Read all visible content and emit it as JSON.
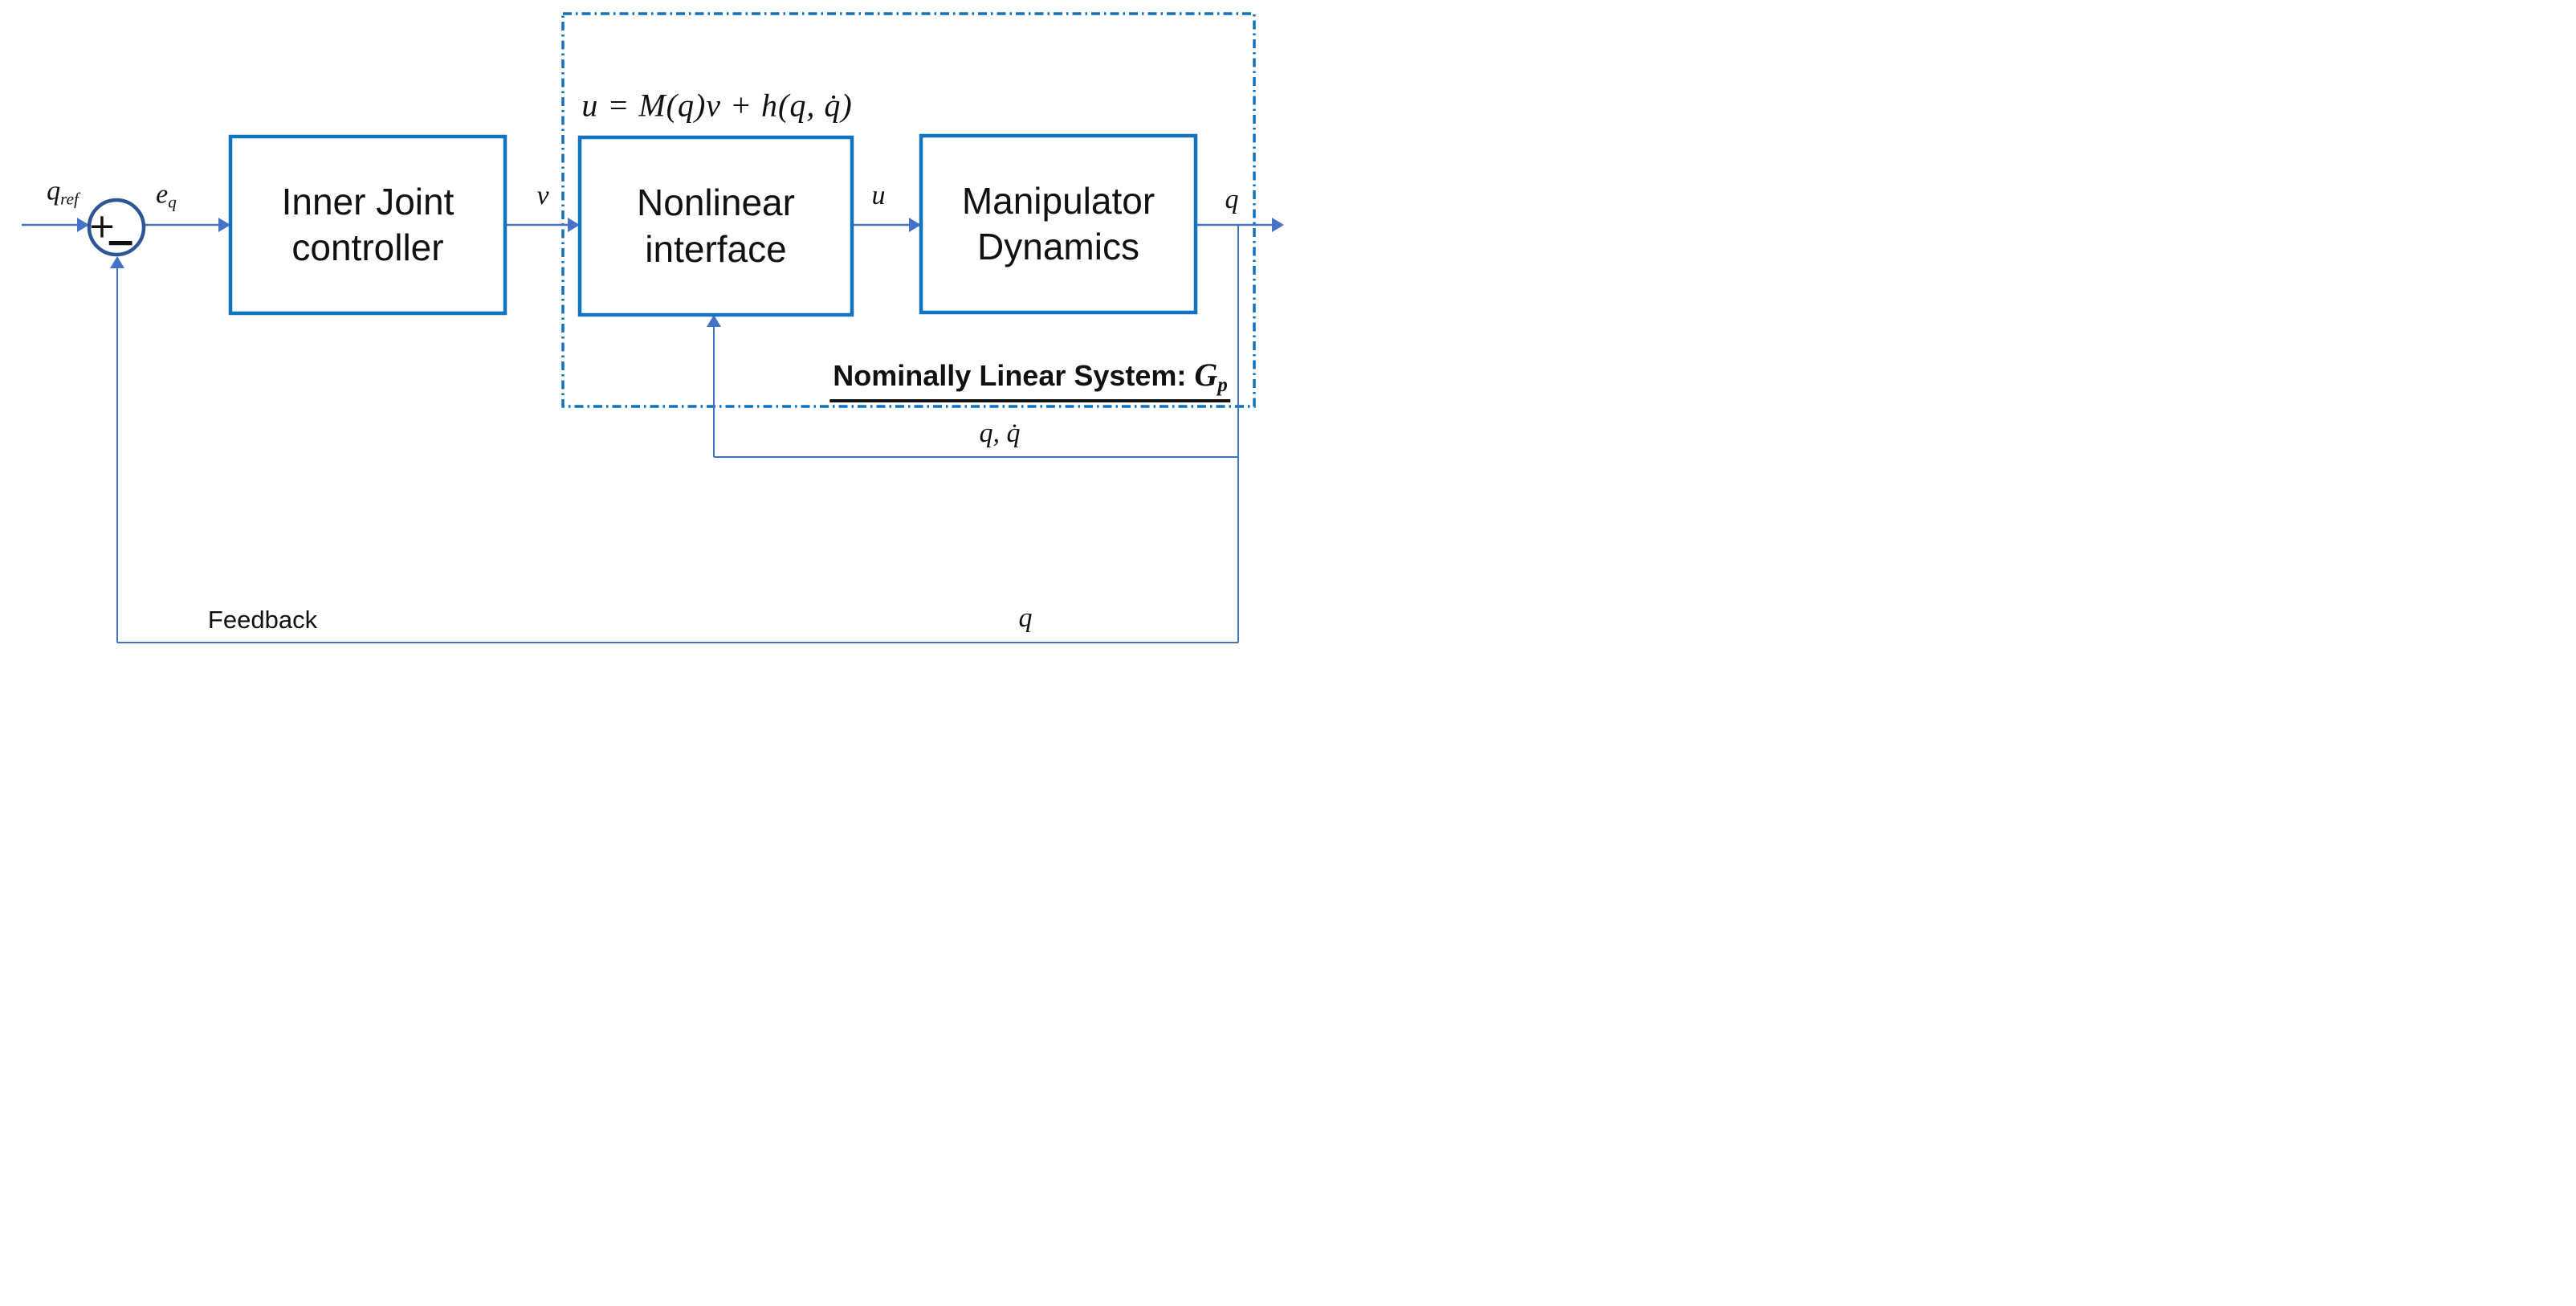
{
  "diagram": {
    "colors": {
      "block_border": "#1273BE",
      "boundary_border": "#0F72BE",
      "connector": "#4472C4",
      "junction_stroke": "#2F5597",
      "text": "#111111"
    },
    "blocks": [
      {
        "id": "inner-joint-controller",
        "label": "Inner Joint\ncontroller"
      },
      {
        "id": "nonlinear-interface",
        "label": "Nonlinear\ninterface"
      },
      {
        "id": "manipulator-dynamics",
        "label": "Manipulator\nDynamics"
      }
    ],
    "summing": {
      "plus": "+",
      "minus": "−"
    },
    "signals": {
      "input": {
        "base": "q",
        "sub": "ref"
      },
      "error": {
        "base": "e",
        "sub": "q"
      },
      "v": "v",
      "u": "u",
      "output": "q",
      "state_feedback": "q, q̇",
      "feedback_caption": "Feedback",
      "feedback_signal": "q"
    },
    "equation": "u = M(q)v + h(q, q̇)",
    "nominal": {
      "prefix": "Nominally Linear System: ",
      "base": "G",
      "sub": "p"
    }
  }
}
